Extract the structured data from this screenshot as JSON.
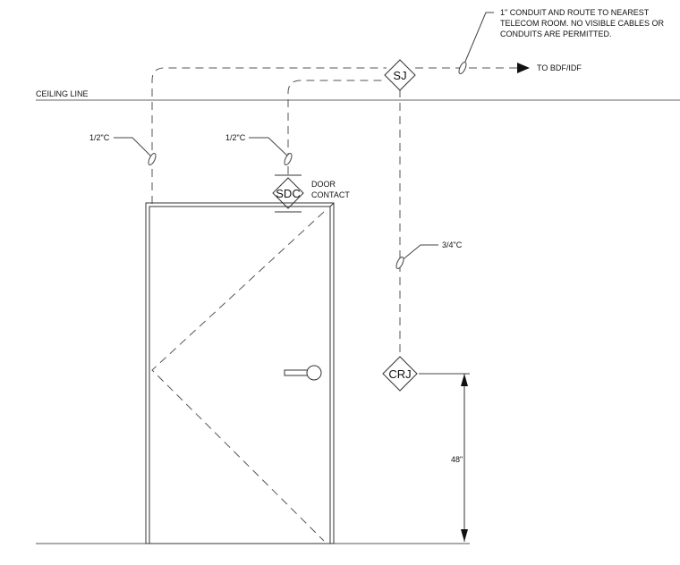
{
  "notes": {
    "conduit_note_line1": "1\" CONDUIT AND ROUTE TO NEAREST",
    "conduit_note_line2": "TELECOM ROOM. NO VISIBLE CABLES OR",
    "conduit_note_line3": "CONDUITS ARE PERMITTED.",
    "to_bdf": "TO BDF/IDF",
    "ceiling_line": "CEILING LINE",
    "conduit_left": "1/2\"C",
    "conduit_mid": "1/2\"C",
    "conduit_right": "3/4\"C",
    "door_contact_line1": "DOOR",
    "door_contact_line2": "CONTACT",
    "dimension": "48\""
  },
  "symbols": {
    "sj": "SJ",
    "sdc": "SDC",
    "crj": "CRJ"
  },
  "colors": {
    "line": "#444444",
    "ink": "#111111",
    "background": "#ffffff"
  }
}
